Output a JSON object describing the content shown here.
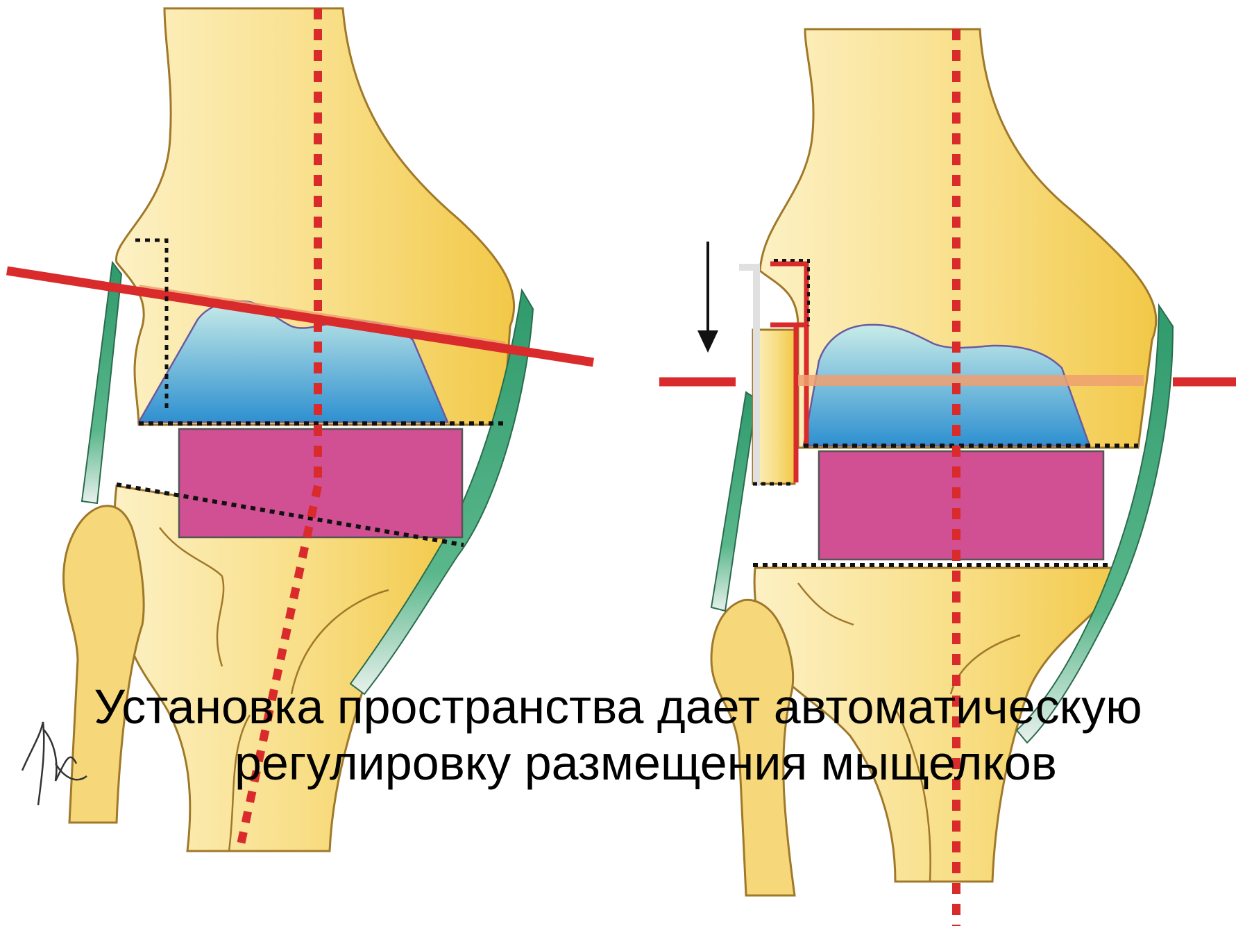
{
  "caption": {
    "line1": "Установка пространства дает автоматическую",
    "line2": "регулировку  размещения мыщелков"
  },
  "colors": {
    "bone": "#f5d46a",
    "bone_light": "#fbecb5",
    "outline": "#a0782a",
    "axis_red": "#d92b2b",
    "cut_line_orange": "#f0a070",
    "implant_blue": "#3a9fd8",
    "implant_light": "#b7e0e6",
    "spacer_magenta": "#d14f93",
    "ligament_green": "#2f9a6c"
  },
  "icons": {
    "arrow": "arrow-down-icon",
    "signature": "signature-mark"
  }
}
